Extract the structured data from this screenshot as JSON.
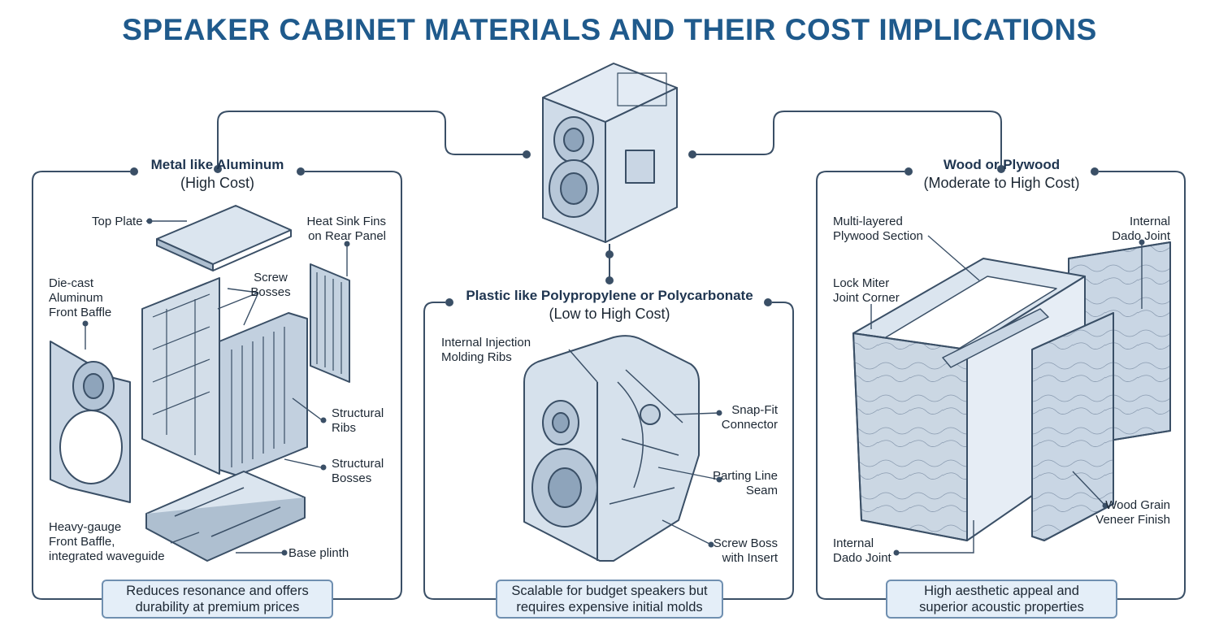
{
  "title": "SPEAKER CABINET MATERIALS AND THEIR COST IMPLICATIONS",
  "colors": {
    "title": "#1f5a8c",
    "line": "#3a4f66",
    "fill": "#c9d6e4",
    "box": "#e4eef8"
  },
  "metal": {
    "heading": "Metal like Aluminum",
    "cost": "(High Cost)",
    "labels": {
      "top_plate": "Top Plate",
      "heat_sink": "Heat Sink Fins\non Rear Panel",
      "screw_bosses": "Screw\nBosses",
      "die_cast": "Die-cast\nAluminum\nFront Baffle",
      "structural_ribs": "Structural\nRibs",
      "structural_bosses": "Structural\nBosses",
      "heavy_gauge": "Heavy-gauge\nFront Baffle,\nintegrated waveguide",
      "base_plinth": "Base plinth"
    },
    "summary": "Reduces resonance and offers\ndurability at premium prices"
  },
  "plastic": {
    "heading": "Plastic like Polypropylene or Polycarbonate",
    "cost": "(Low to High Cost)",
    "labels": {
      "injection_ribs": "Internal Injection\nMolding Ribs",
      "snap_fit": "Snap-Fit\nConnector",
      "parting_line": "Parting Line\nSeam",
      "screw_boss": "Screw Boss\nwith Insert"
    },
    "summary": "Scalable for budget speakers but\nrequires expensive initial molds"
  },
  "wood": {
    "heading": "Wood or Plywood",
    "cost": "(Moderate to High Cost)",
    "labels": {
      "multi_layer": "Multi-layered\nPlywood Section",
      "dado_top": "Internal\nDado Joint",
      "lock_miter": "Lock Miter\nJoint Corner",
      "wood_grain": "Wood Grain\nVeneer Finish",
      "dado_bottom": "Internal\nDado Joint"
    },
    "summary": "High aesthetic appeal and\nsuperior acoustic properties"
  }
}
